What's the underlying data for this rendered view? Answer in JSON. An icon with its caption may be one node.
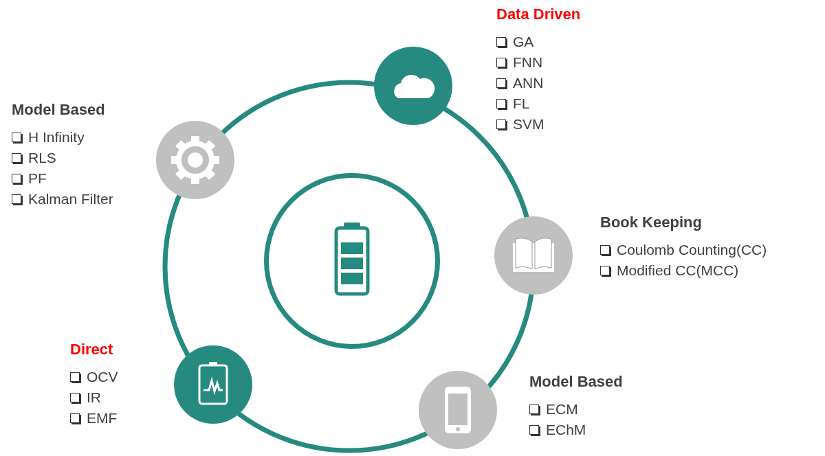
{
  "diagram": {
    "nodes": [
      {
        "text": [],
        "shape": "circle"
      },
      {
        "text": [],
        "shape": "circle",
        "beside": [
          "Data Driven",
          "GA",
          "FNN",
          "ANN",
          "FL",
          "SVM"
        ]
      },
      {
        "text": [],
        "shape": "circle",
        "beside": [
          "Model Based",
          "H Infinity",
          "RLS",
          "PF",
          "Kalman Filter"
        ]
      },
      {
        "text": [],
        "shape": "circle",
        "beside": [
          "Book Keeping",
          "Coulomb Counting(CC)",
          "Modified CC(MCC)"
        ]
      },
      {
        "text": [],
        "shape": "circle",
        "beside": [
          "Direct",
          "OCV",
          "IR",
          "EMF"
        ]
      },
      {
        "text": [],
        "shape": "circle",
        "beside": [
          "Model Based",
          "ECM",
          "EChM"
        ]
      }
    ]
  }
}
